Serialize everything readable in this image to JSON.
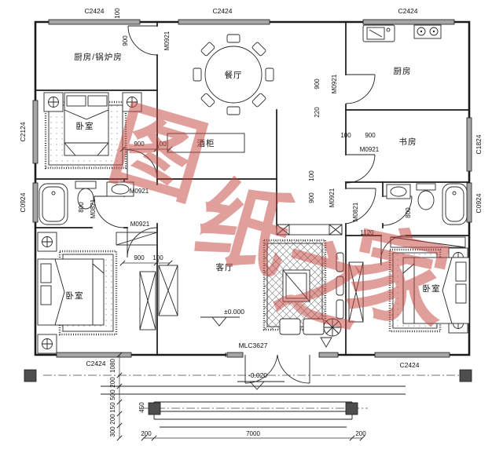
{
  "rooms": {
    "kitchen_boiler": "厨房/锅炉房",
    "dining": "餐厅",
    "kitchen": "厨房",
    "study": "书房",
    "bedroom": "卧室",
    "living": "客厅",
    "wine_cabinet": "酒柜"
  },
  "windows": {
    "c2424": "C2424",
    "c2124": "C2124",
    "c0924": "C0924",
    "c1824": "C1824"
  },
  "doors": {
    "m0921": "M0921",
    "m0821": "M0821",
    "mlc3627": "MLC3627"
  },
  "dims": {
    "n100": "100",
    "n150": "150",
    "n200": "200",
    "n220": "220",
    "n300": "300",
    "n450": "450",
    "n500": "500",
    "n800": "800",
    "n900": "900",
    "n1080": "1080",
    "n1120": "1120",
    "n7000": "7000"
  },
  "levels": {
    "floor": "±0.000",
    "porch": "-0.020"
  },
  "watermark": {
    "text": "图纸之家",
    "chars": [
      "图",
      "纸",
      "之",
      "家"
    ],
    "color": "#c4423b"
  }
}
